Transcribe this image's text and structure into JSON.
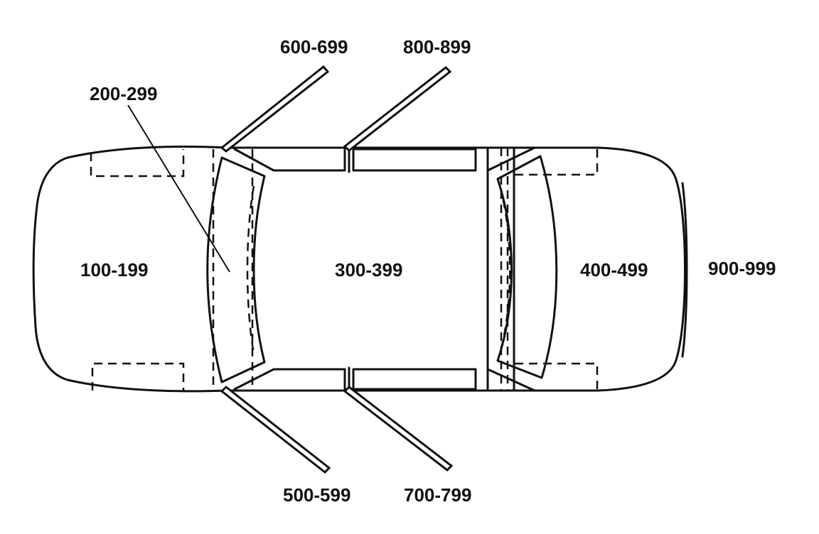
{
  "zones": {
    "front": "100-199",
    "windshield": "200-299",
    "cabin": "300-399",
    "rear": "400-499",
    "right_front_door": "500-599",
    "left_front_door": "600-699",
    "right_rear_door": "700-799",
    "left_rear_door": "800-899",
    "exterior": "900-999"
  }
}
